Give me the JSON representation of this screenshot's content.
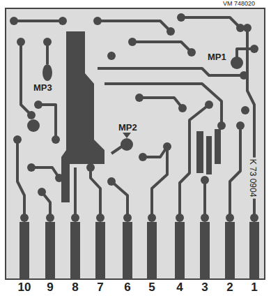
{
  "diagram": {
    "labels": [
      "VM 748020",
      "MP3",
      "MP1",
      "MP2",
      "K 73 0904",
      "10",
      "9",
      "8",
      "7",
      "6",
      "5",
      "4",
      "3",
      "2",
      "1"
    ]
  }
}
